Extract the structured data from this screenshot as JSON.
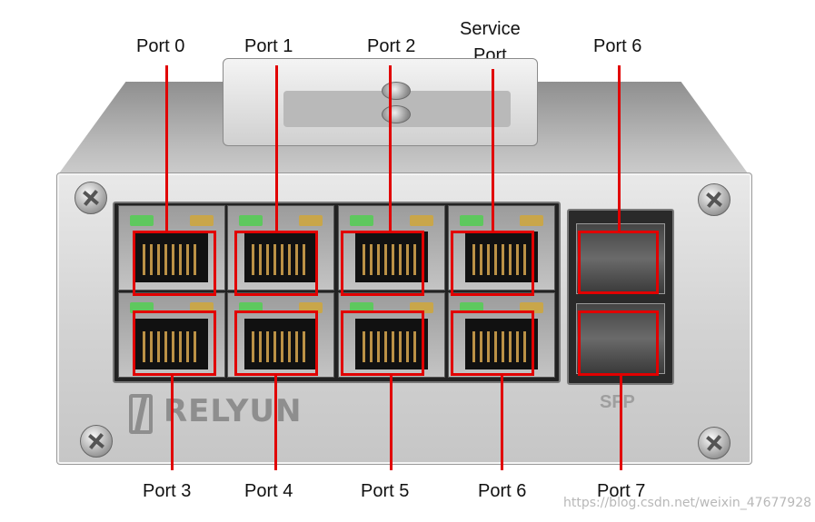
{
  "labels_top": [
    "Port 0",
    "Port 1",
    "Port 2",
    "Service\nPort",
    "Port 6"
  ],
  "labels_bottom": [
    "Port 3",
    "Port 4",
    "Port 5",
    "Port 6",
    "Port 7"
  ],
  "device": {
    "logo_text": "RELYUN",
    "sfp_text": "SFP"
  },
  "watermark": "https://blog.csdn.net/weixin_47677928",
  "colors": {
    "highlight": "#e10000",
    "led_green": "#5ec85e",
    "led_amber": "#c9a64a",
    "chassis": "#d2d2d2"
  }
}
